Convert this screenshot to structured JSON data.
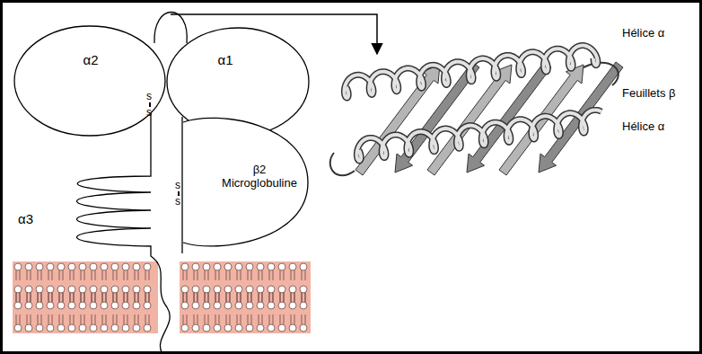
{
  "diagram": {
    "nodes": [
      {
        "text": [
          "α2"
        ]
      },
      {
        "text": [
          "α1"
        ]
      },
      {
        "text": [
          "β2 Microglobuline"
        ]
      }
    ],
    "labels": [
      "s",
      "s",
      "s",
      "s",
      "α3",
      "Hélice α",
      "Feuillets β",
      "Hélice α"
    ]
  }
}
